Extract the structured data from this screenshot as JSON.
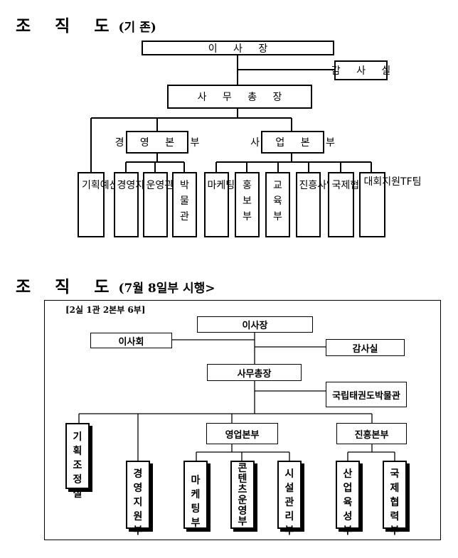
{
  "chart1": {
    "title_main": "조 직 도",
    "title_sub": "(기 존)",
    "board": "이 사 장",
    "audit": "감 사 실",
    "sec_general": "사 무 총 장",
    "div_management": "경 영 본 부",
    "div_business": "사 업 본 부",
    "dept_planning": "기획예산실",
    "dept_management": "경영지원부",
    "dept_operations": "운영관리부",
    "dept_museum": "박 물 관",
    "dept_marketing": "마케팅부",
    "dept_pr": "홍 보 부",
    "dept_education": "교 육 부",
    "dept_promotion": "진흥사업부",
    "dept_intl": "국제협력부",
    "dept_external": "대회지원TF팀"
  },
  "chart2": {
    "title_main": "조 직 도",
    "title_sub": "(7월 8일부 시행>",
    "summary": "[2실 1관 2본부 6부]",
    "chairman": "이사장",
    "board_meeting": "이사회",
    "audit": "감사실",
    "sec_general": "사무총장",
    "museum": "국립태권도박물관",
    "div_sales": "영업본부",
    "div_promotion": "진흥본부",
    "dept_planning": "기획조정실",
    "dept_management": "경영지원부",
    "dept_marketing": "마케팅부",
    "dept_contents": "콘텐츠운영부",
    "dept_facilities": "시설관리부",
    "dept_industry": "산업육성부",
    "dept_intl": "국제협력부"
  }
}
